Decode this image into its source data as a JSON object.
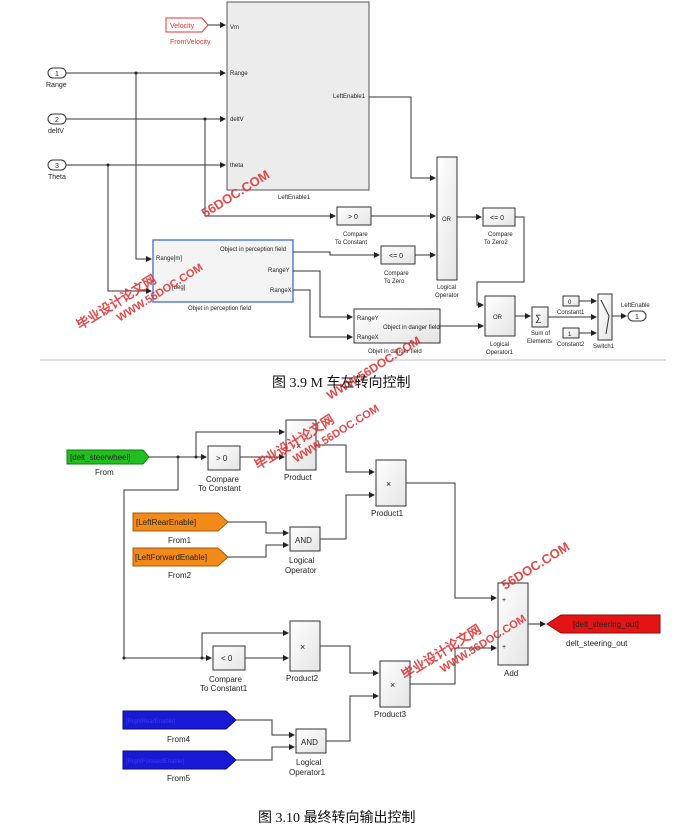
{
  "colors": {
    "orange": "#f28a1a",
    "green": "#22c01e",
    "blue": "#1a1ad6",
    "red": "#e51414",
    "velocity": "#e53333",
    "watermark": "#e03030"
  },
  "fig1": {
    "caption": "图 3.9 M 车左转向控制",
    "from_velocity": {
      "tag": "Velocity",
      "label": "FromVelocity"
    },
    "inports": [
      {
        "num": "1",
        "label": "Range"
      },
      {
        "num": "2",
        "label": "deltV"
      },
      {
        "num": "3",
        "label": "Theta"
      }
    ],
    "left_enable1": {
      "name": "LeftEnable1",
      "ports_in": [
        "Vm",
        "Range",
        "deltV",
        "theta"
      ],
      "port_out": "LeftEnable1"
    },
    "perception": {
      "name": "Objet in perception field",
      "in1": "Range[m]",
      "in2": "[deg]",
      "out1": "Object in perception field",
      "out2": "RangeY",
      "out3": "RangeX"
    },
    "danger": {
      "name": "Objet in danger field",
      "in1": "RangeY",
      "in2": "RangeX",
      "out1": "Object in danger field"
    },
    "cmp_const": {
      "sym": "> 0",
      "l1": "Compare",
      "l2": "To Constant"
    },
    "cmp_zero": {
      "sym": "<= 0",
      "l1": "Compare",
      "l2": "To Zero"
    },
    "cmp_zero2": {
      "sym": "<= 0",
      "l1": "Compare",
      "l2": "To Zero2"
    },
    "or1": {
      "sym": "OR",
      "l1": "Logical",
      "l2": "Operator"
    },
    "or2": {
      "sym": "OR",
      "l1": "Logical",
      "l2": "Operator1"
    },
    "sum_el": {
      "sym": "∑",
      "l1": "Sum of",
      "l2": "Elements"
    },
    "const1": {
      "val": "0",
      "label": "Constant1"
    },
    "const2": {
      "val": "1",
      "label": "Constant2"
    },
    "switch": {
      "label": "Switch1"
    },
    "outport": {
      "num": "1",
      "label": "LeftEnable"
    }
  },
  "fig2": {
    "caption": "图 3.10 最终转向输出控制",
    "from": {
      "tag": "[delt_steerwheel]",
      "label": "From"
    },
    "from1": {
      "tag": "[LeftRearEnable]",
      "label": "From1"
    },
    "from2": {
      "tag": "[LeftForwardEnable]",
      "label": "From2"
    },
    "from4": {
      "tag": "[RightRearEnable]",
      "label": "From4"
    },
    "from5": {
      "tag": "[RightForwardEnable]",
      "label": "From5"
    },
    "cmp_const": {
      "sym": "> 0",
      "l1": "Compare",
      "l2": "To Constant"
    },
    "cmp_const1": {
      "sym": "< 0",
      "l1": "Compare",
      "l2": "To Constant1"
    },
    "product": {
      "sym": "×",
      "label": "Product"
    },
    "product1": {
      "sym": "×",
      "label": "Product1"
    },
    "product2": {
      "sym": "×",
      "label": "Product2"
    },
    "product3": {
      "sym": "×",
      "label": "Product3"
    },
    "and1": {
      "sym": "AND",
      "l1": "Logical",
      "l2": "Operator"
    },
    "and2": {
      "sym": "AND",
      "l1": "Logical",
      "l2": "Operator1"
    },
    "add": {
      "label": "Add",
      "plus1": "+",
      "plus2": "+"
    },
    "goto": {
      "tag": "[delt_steering_out]",
      "label": "delt_steering_out"
    }
  },
  "watermarks": [
    {
      "line1": "毕业设计论文网",
      "line2": "WWW.56DOC.COM"
    },
    {
      "line1": "毕业设计论文网",
      "line2": "WWW.56DOC.COM"
    },
    {
      "line1": "毕业设计论文网",
      "line2": "WWW.56DOC.COM"
    },
    {
      "line1": "毕业设计论文网",
      "line2": "WWW.56DOC.COM"
    }
  ],
  "watermark_single": [
    "56DOC.COM",
    "56DOC.COM"
  ]
}
